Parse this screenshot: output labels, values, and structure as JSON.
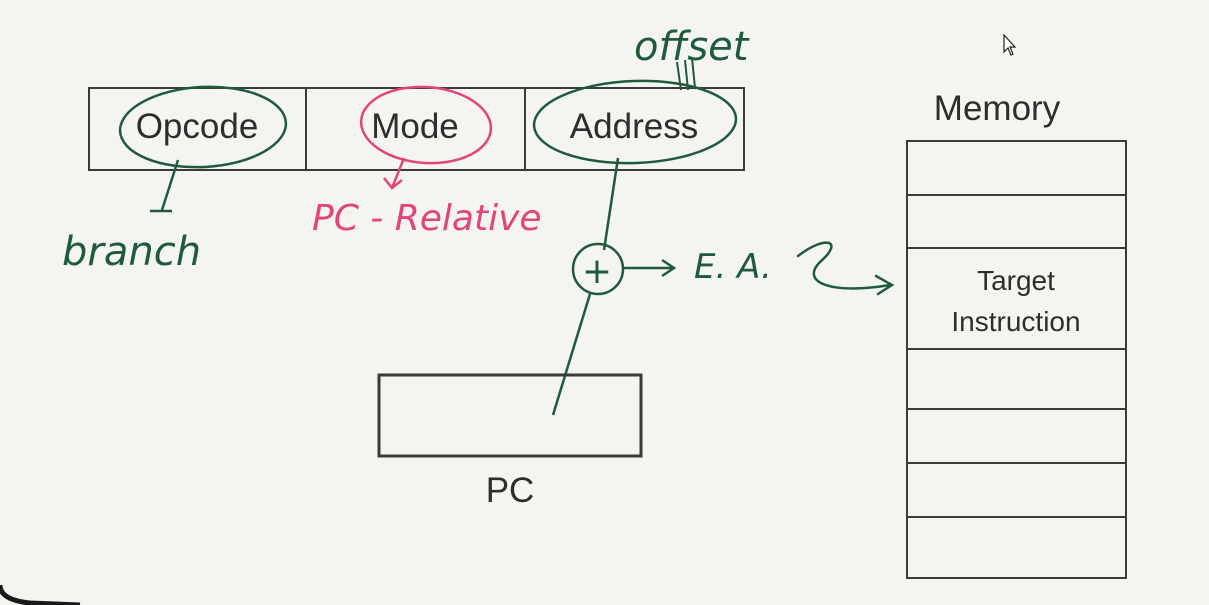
{
  "instruction_fields": [
    "Opcode",
    "Mode",
    "Address"
  ],
  "annotations": {
    "offset": "offset",
    "branch": "branch",
    "pc_relative": "PC - Relative",
    "effective_address": "E. A.",
    "adder_symbol": "+"
  },
  "pc_register": {
    "label": "PC"
  },
  "memory": {
    "title": "Memory",
    "target_line_1": "Target",
    "target_line_2": "Instruction"
  },
  "colors": {
    "ink_green": "#1f5a3a",
    "ink_pink": "#e2457a",
    "box_border": "#3a3a3a",
    "background": "#f4f5f0"
  }
}
